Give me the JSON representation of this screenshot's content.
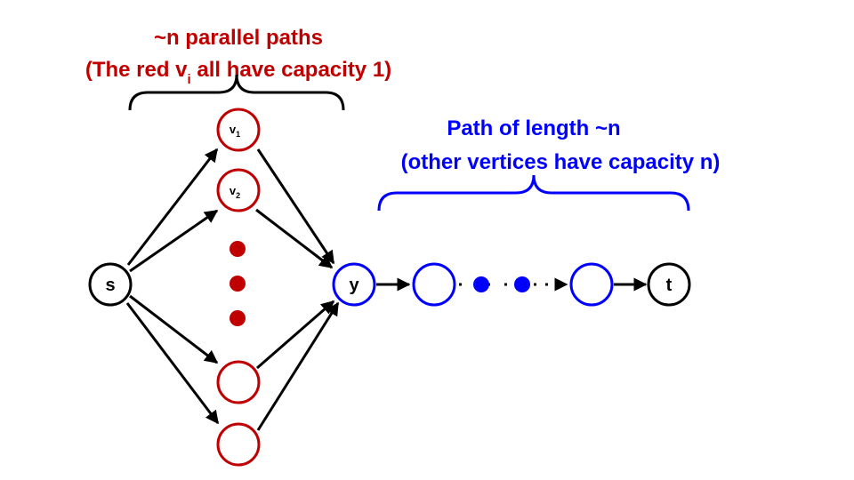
{
  "colors": {
    "red": "#c00000",
    "blue": "#0000ff",
    "black": "#000000"
  },
  "annotations": {
    "left": {
      "line1": "~n parallel paths",
      "line2a": "(The red v",
      "line2sub": "i",
      "line2b": " all have capacity 1)"
    },
    "right": {
      "line1": "Path of length ~n",
      "line2": "(other vertices have capacity n)"
    }
  },
  "nodes": {
    "s": "s",
    "v1": {
      "base": "v",
      "sub": "1"
    },
    "v2": {
      "base": "v",
      "sub": "2"
    },
    "y": "y",
    "t": "t"
  },
  "ellipsis_dots": {
    "vertical_count": 3,
    "horizontal": ". . ."
  }
}
